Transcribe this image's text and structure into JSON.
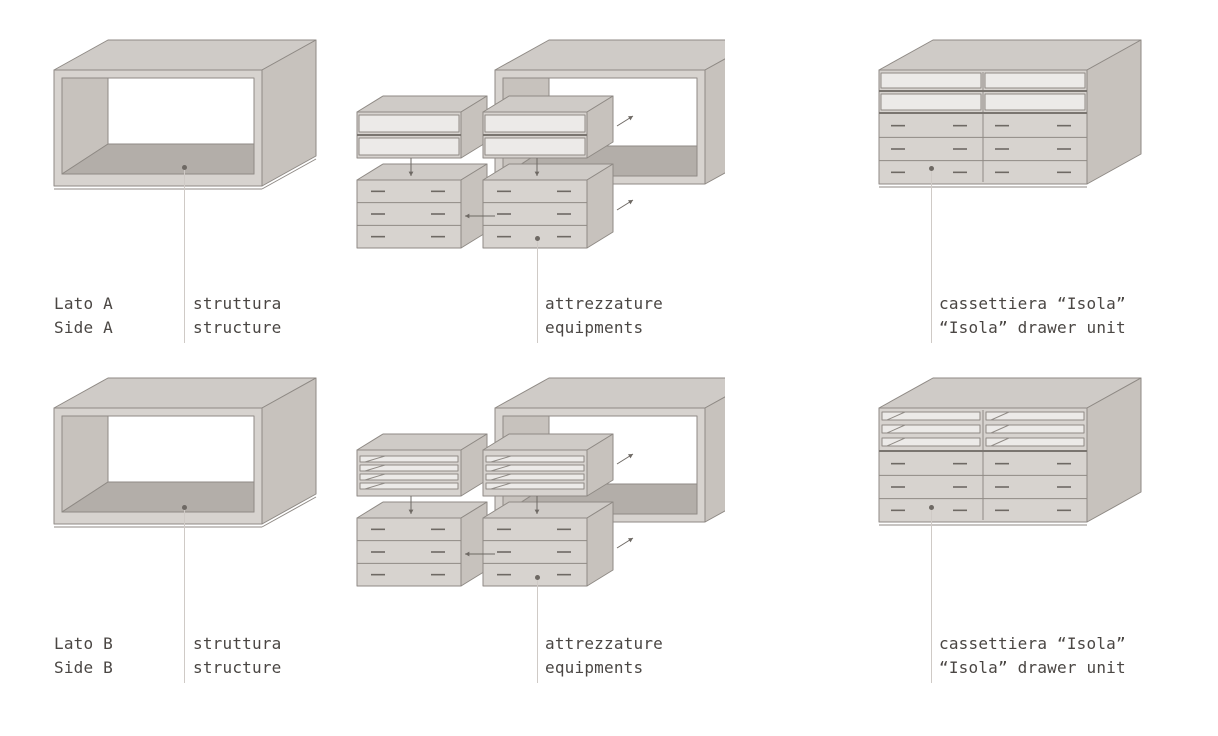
{
  "rows": [
    {
      "id": "row-a",
      "side_line1": "Lato A",
      "side_line2": "Side A",
      "structure_line1": "struttura",
      "structure_line2": "structure",
      "equip_line1": "attrezzature",
      "equip_line2": "equipments",
      "unit_line1": "cassettiera “Isola”",
      "unit_line2": "“Isola” drawer unit",
      "top_module": "solid-drawers"
    },
    {
      "id": "row-b",
      "side_line1": "Lato B",
      "side_line2": "Side B",
      "structure_line1": "struttura",
      "structure_line2": "structure",
      "equip_line1": "attrezzature",
      "equip_line2": "equipments",
      "unit_line1": "cassettiera “Isola”",
      "unit_line2": "“Isola” drawer unit",
      "top_module": "slatted-trays"
    }
  ],
  "colors": {
    "front": "#d7d3cf",
    "side": "#c7c2bd",
    "top": "#cfcbc7",
    "inner": "#b3aea9",
    "stroke": "#8f8a85",
    "light": "#eceae8",
    "handle": "#6e6964",
    "leader": "#cfcac6",
    "text": "#4a4643"
  }
}
